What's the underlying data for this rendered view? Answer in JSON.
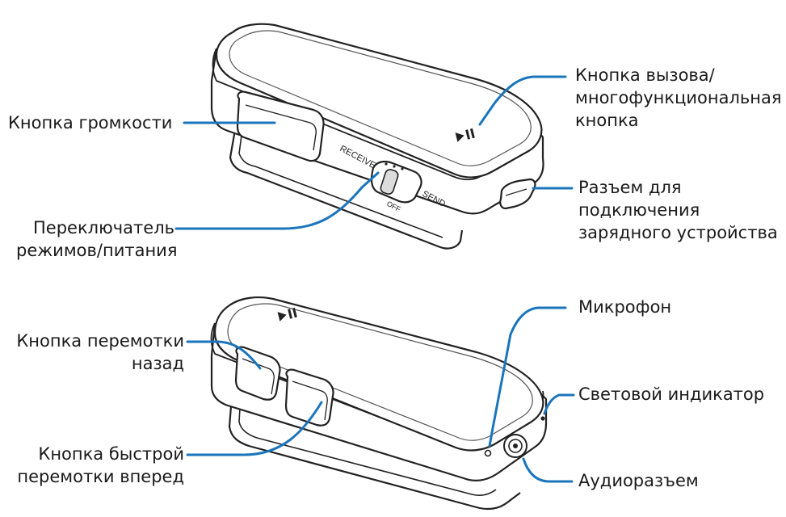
{
  "colors": {
    "leader_line": "#1b75bb",
    "outline": "#222222",
    "shade": "#e6e6e6",
    "background": "#ffffff"
  },
  "device_top": {
    "switch_receive": "RECEIVE",
    "switch_send": "SEND",
    "switch_off": "OFF"
  },
  "labels": {
    "volume_button": [
      "Кнопка громкости"
    ],
    "mode_power_switch": [
      "Переключатель",
      "режимов/питания"
    ],
    "call_button": [
      "Кнопка вызова/",
      "многофункциональная",
      "кнопка"
    ],
    "charger_port": [
      "Разъем для",
      "подключения",
      "зарядного устройства"
    ],
    "rewind_button": [
      "Кнопка перемотки",
      "назад"
    ],
    "fast_forward_button": [
      "Кнопка быстрой",
      "перемотки вперед"
    ],
    "microphone": [
      "Микрофон"
    ],
    "indicator_light": [
      "Световой индикатор"
    ],
    "audio_jack": [
      "Аудиоразъем"
    ]
  }
}
